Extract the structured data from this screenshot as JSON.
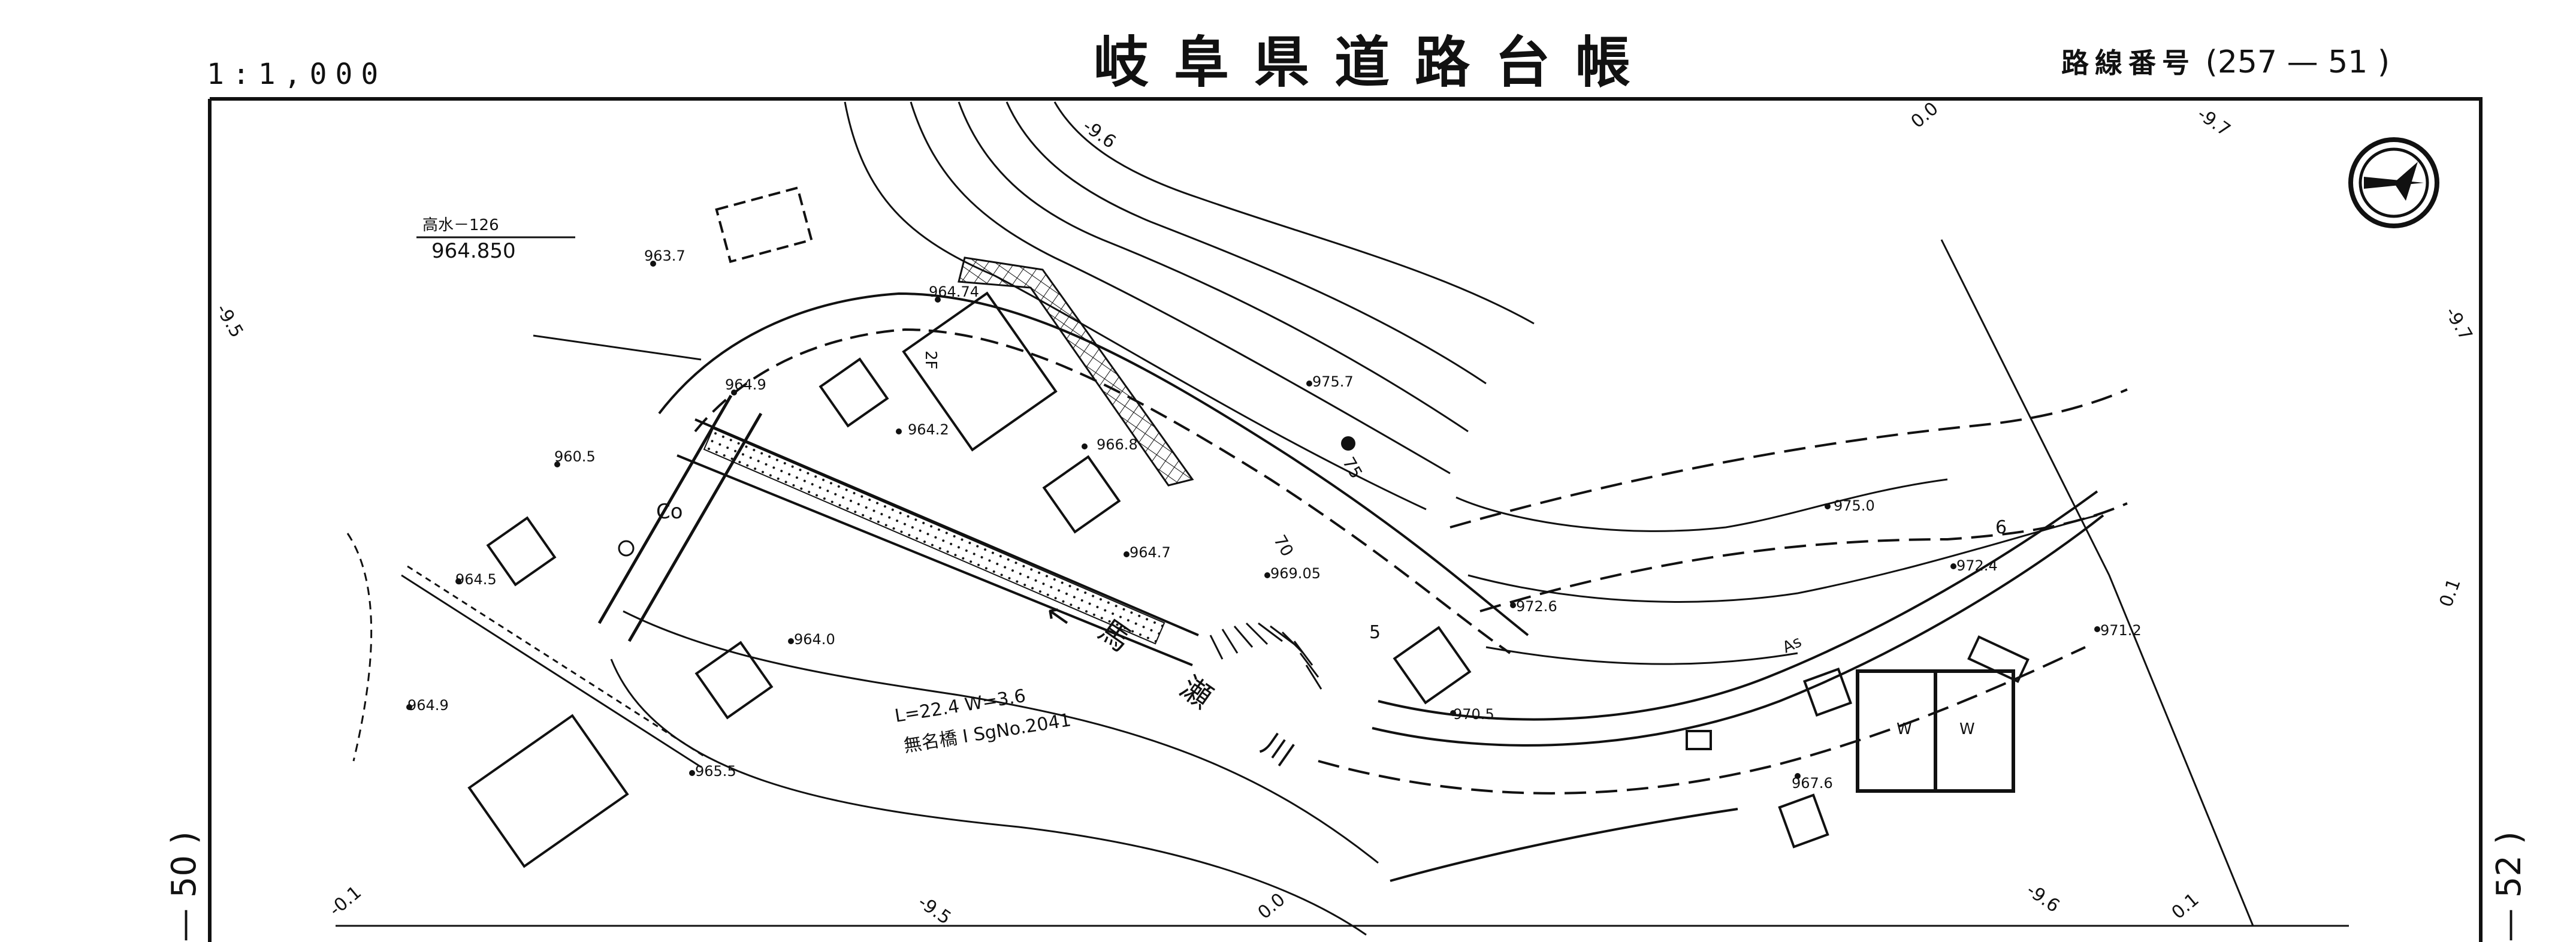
{
  "header": {
    "scale": "1:1,000",
    "title": "岐阜県道路台帳",
    "route_label": "路線番号",
    "route_number": "(257 — 51 )"
  },
  "side_labels": {
    "left": "— 50 )",
    "right": "— 52 )"
  },
  "annotations": {
    "flood_level_label": "高水－126",
    "flood_level_value": "964.850",
    "bridge_dims": "L=22.4 W=3.6",
    "bridge_name": "無名橋 I SgNo.2041",
    "river_name": "馬 瀬 川",
    "river_arrow": "←",
    "material_co": "Co",
    "material_as": "As",
    "building_w1": "W",
    "building_w2": "W",
    "building_label_2f": "2F",
    "direction_5": "5",
    "direction_6": "6"
  },
  "contours": {
    "c70": "70",
    "c75": "75"
  },
  "spot_heights": [
    "963.7",
    "964.74",
    "975.7",
    "964.9",
    "960.5",
    "964.2",
    "966.8",
    "964.7",
    "969.05",
    "964.5",
    "964.0",
    "964.9",
    "965.5",
    "972.6",
    "975.0",
    "972.4",
    "971.2",
    "970.5",
    "967.6"
  ],
  "grid_ticks": [
    "-9.6",
    "0.0",
    "-9.7",
    "-9.5",
    "-9.7",
    "-9.5",
    "0.0",
    "-9.6",
    "0.1",
    "0.1",
    "-0.1"
  ],
  "north_arrow_icon": "north-arrow-icon"
}
